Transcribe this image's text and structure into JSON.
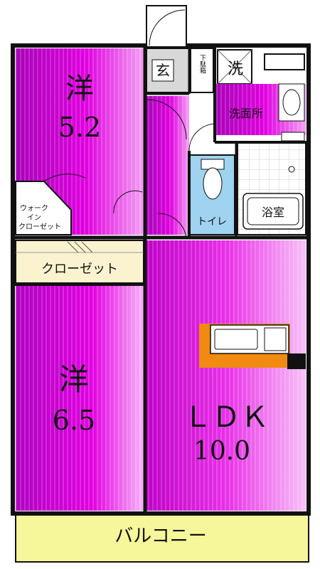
{
  "rooms": {
    "western_room_1": {
      "name": "洋",
      "size": "5.2"
    },
    "western_room_2": {
      "name": "洋",
      "size": "6.5"
    },
    "ldk": {
      "name": "ＬＤＫ",
      "size": "10.0"
    },
    "walk_in_closet": {
      "line1": "ウォーク",
      "line2": "イン",
      "line3": "クローゼット"
    },
    "closet": {
      "label": "クローゼット"
    },
    "washroom": {
      "label": "洗面所"
    },
    "toilet": {
      "label": "トイレ"
    },
    "bath": {
      "label": "浴室"
    },
    "entrance": {
      "label": "玄"
    },
    "washer": {
      "label": "洗"
    },
    "shoe_box": {
      "label": "下駄箱"
    },
    "balcony": {
      "label": "バルコニー"
    }
  },
  "colors": {
    "magenta_main": "#d600d6",
    "magenta_stripe": "#f0a6f0",
    "pink_light": "#f7c8f7",
    "kitchen_orange": "#f08a10",
    "balcony_yellow": "#f6f69a",
    "closet_cream": "#fbf3cf",
    "toilet_blue": "#9fd3ef",
    "wall": "#111111"
  }
}
